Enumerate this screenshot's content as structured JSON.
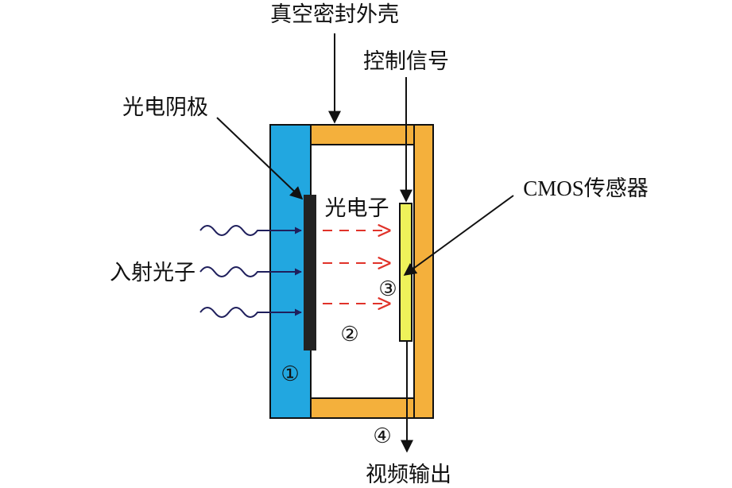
{
  "labels": {
    "vacuum_shell": "真空密封外壳",
    "control_signal": "控制信号",
    "photocathode": "光电阴极",
    "cmos_sensor": "CMOS传感器",
    "photoelectron": "光电子",
    "incident_photon": "入射光子",
    "video_output": "视频输出"
  },
  "markers": {
    "m1": "①",
    "m2": "②",
    "m3": "③",
    "m4": "④"
  },
  "colors": {
    "window_blue": "#22a7e0",
    "shell_orange": "#f4b03c",
    "sensor_yellow": "#eef25a",
    "cathode_black": "#222222",
    "electron_arrow_red": "#e0332a",
    "photon_wave_navy": "#1f1f5c",
    "line_black": "#111111"
  }
}
